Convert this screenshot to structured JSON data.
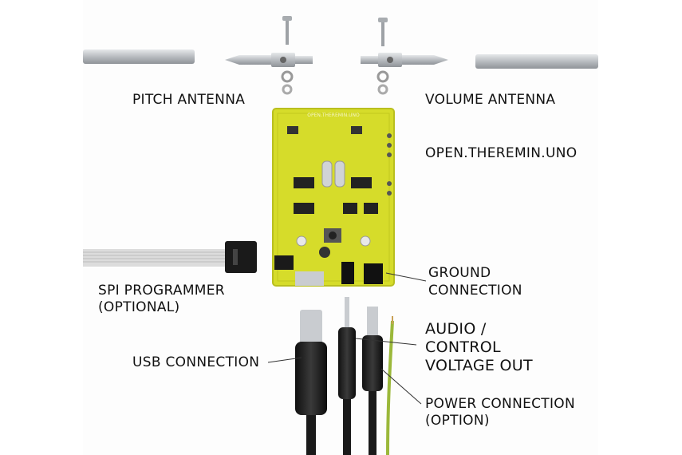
{
  "labels": {
    "pitch_antenna": "PITCH ANTENNA",
    "volume_antenna": "VOLUME ANTENNA",
    "board_name": "OPEN.THEREMIN.UNO",
    "spi_line1": "SPI PROGRAMMER",
    "spi_line2": "(OPTIONAL)",
    "ground_line1": "GROUND",
    "ground_line2": "CONNECTION",
    "usb": "USB CONNECTION",
    "audio_line1": "AUDIO /",
    "audio_line2": "CONTROL",
    "audio_line3": "VOLTAGE OUT",
    "power_line1": "POWER CONNECTION",
    "power_line2": "(OPTION)"
  },
  "pcb_silkscreen": "OPEN.THEREMIN.UNO",
  "colors": {
    "pcb": "#d6dc2a",
    "cable": "#1a1a1a",
    "metal": "#c9ccd0",
    "ground_wire": "#9bb83a"
  }
}
